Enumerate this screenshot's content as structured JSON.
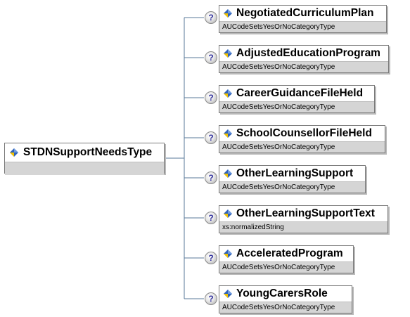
{
  "root": {
    "name": "STDNSupportNeedsType",
    "type": ""
  },
  "help_glyph": "?",
  "children": [
    {
      "name": "NegotiatedCurriculumPlan",
      "type": "AUCodeSetsYesOrNoCategoryType"
    },
    {
      "name": "AdjustedEducationProgram",
      "type": "AUCodeSetsYesOrNoCategoryType"
    },
    {
      "name": "CareerGuidanceFileHeld",
      "type": "AUCodeSetsYesOrNoCategoryType"
    },
    {
      "name": "SchoolCounsellorFileHeld",
      "type": "AUCodeSetsYesOrNoCategoryType"
    },
    {
      "name": "OtherLearningSupport",
      "type": "AUCodeSetsYesOrNoCategoryType"
    },
    {
      "name": "OtherLearningSupportText",
      "type": "xs:normalizedString"
    },
    {
      "name": "AcceleratedProgram",
      "type": "AUCodeSetsYesOrNoCategoryType"
    },
    {
      "name": "YoungCarersRole",
      "type": "AUCodeSetsYesOrNoCategoryType"
    }
  ],
  "colors": {
    "wire": "#5a7a9a",
    "node_border": "#7a7a7a",
    "type_band": "#d5d5d5",
    "icon_blue": "#2f62b8",
    "icon_yellow": "#f2c200"
  }
}
